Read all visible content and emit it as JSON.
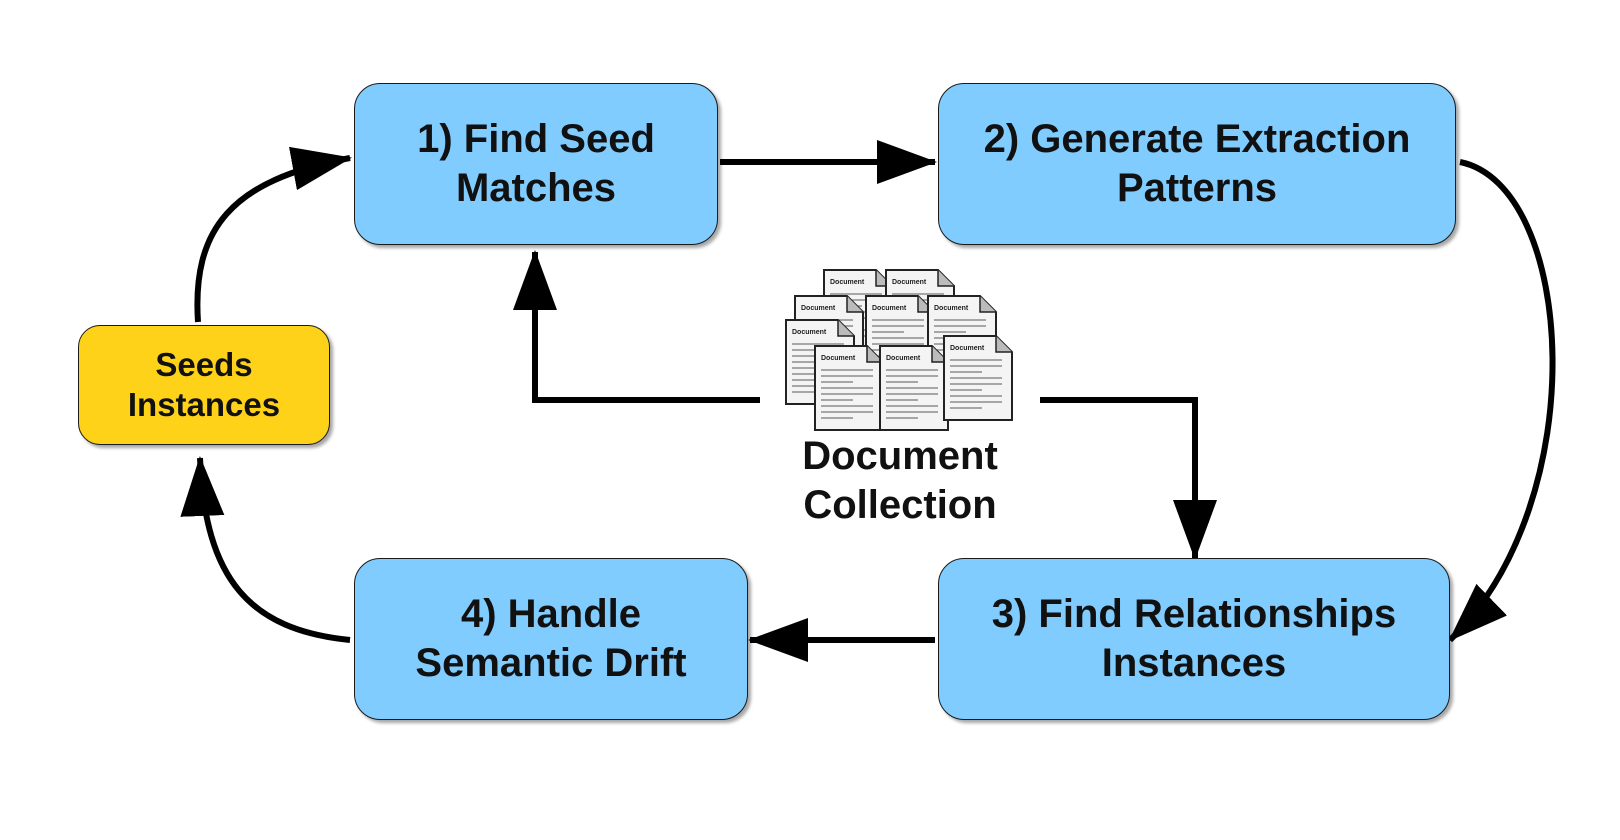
{
  "nodes": {
    "seeds": {
      "line1": "Seeds",
      "line2": "Instances"
    },
    "step1": {
      "line1": "1) Find Seed",
      "line2": "Matches"
    },
    "step2": {
      "line1": "2) Generate Extraction",
      "line2": "Patterns"
    },
    "step3": {
      "line1": "3) Find Relationships",
      "line2": "Instances"
    },
    "step4": {
      "line1": "4) Handle",
      "line2": "Semantic Drift"
    }
  },
  "documents": {
    "line1": "Document",
    "line2": "Collection",
    "icon_label": "Document",
    "icon": "document-stack-icon"
  },
  "colors": {
    "step_fill": "#80ccff",
    "seed_fill": "#ffd21a",
    "arrow": "#000000"
  }
}
